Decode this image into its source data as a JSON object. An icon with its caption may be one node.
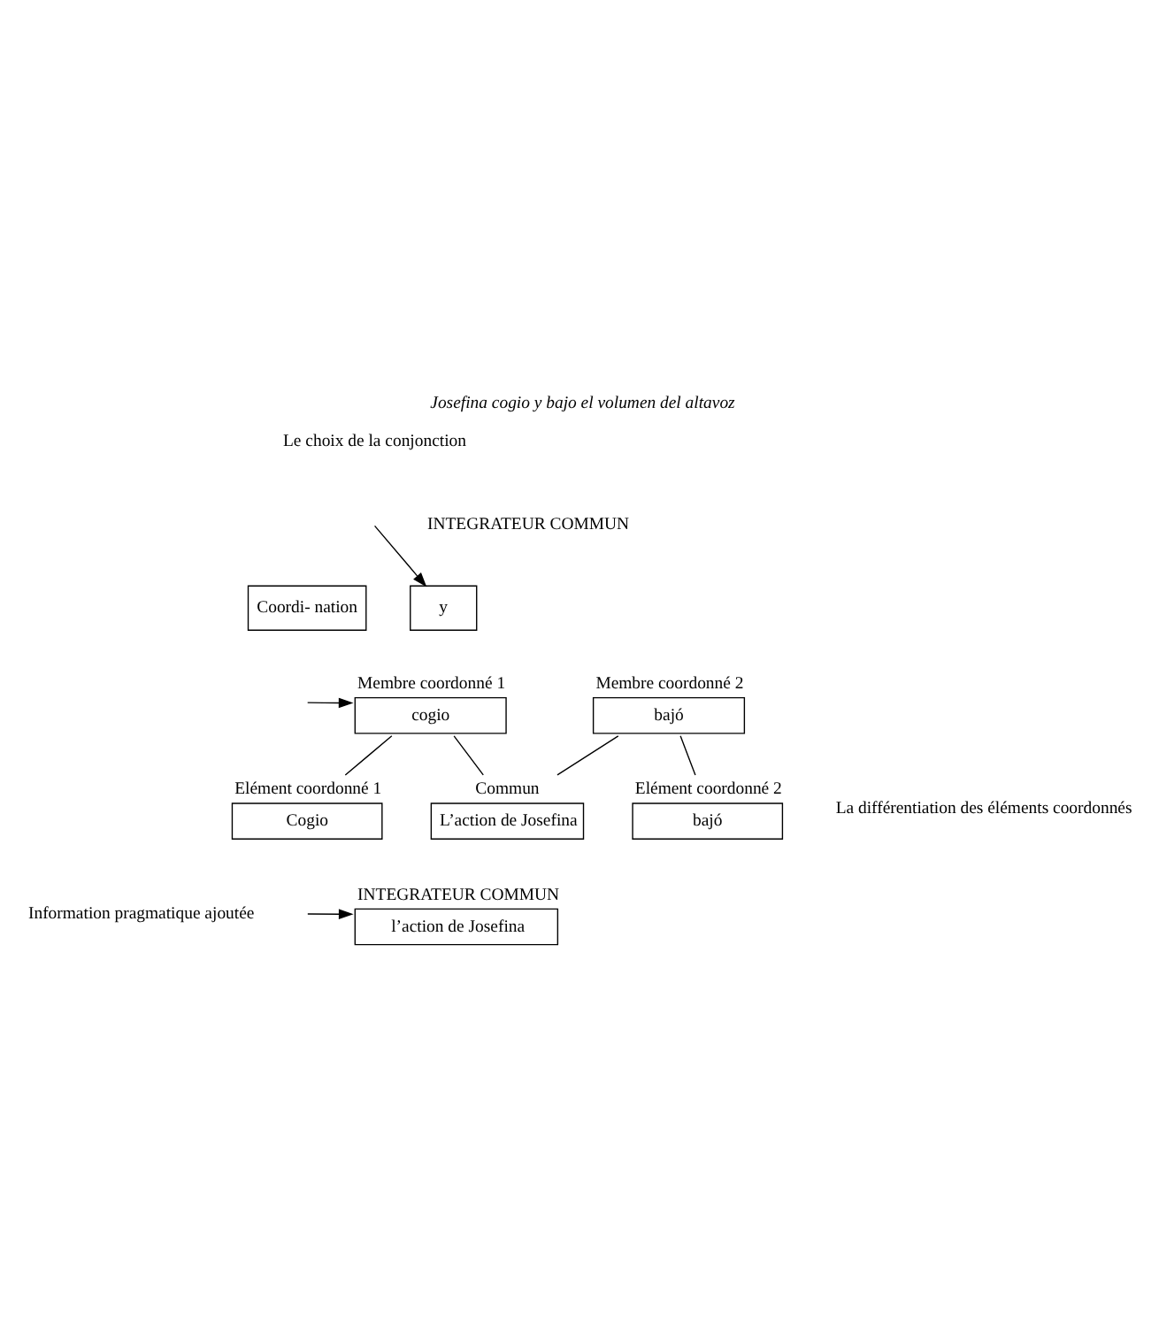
{
  "diagram": {
    "title": "Josefina cogio y bajo el volumen del altavoz",
    "nodes": [
      {
        "text": [
          "Coordi- nation"
        ]
      },
      {
        "text": [
          "y"
        ]
      },
      {
        "text": [
          "Membre coordonné 1",
          "cogio"
        ]
      },
      {
        "text": [
          "Membre coordonné 2",
          "bajó"
        ]
      },
      {
        "text": [
          "Elément coordonné 1",
          "Cogio"
        ]
      },
      {
        "text": [
          "Commun",
          "L’action de Josefina"
        ]
      },
      {
        "text": [
          "Elément coordonné 2",
          "bajó"
        ]
      },
      {
        "text": [
          "INTEGRATEUR COMMUN",
          "l’action de Josefina"
        ]
      }
    ],
    "edges": [
      {
        "from": null,
        "to": 1,
        "arrow": "to"
      },
      {
        "from": null,
        "to": 2,
        "arrow": "to"
      },
      {
        "from": 2,
        "to": 4,
        "arrow": "none"
      },
      {
        "from": 2,
        "to": 5,
        "arrow": "none"
      },
      {
        "from": 3,
        "to": 5,
        "arrow": "none"
      },
      {
        "from": 3,
        "to": 6,
        "arrow": "none"
      },
      {
        "from": null,
        "to": 7,
        "arrow": "to"
      }
    ],
    "labels": [
      "Le choix de la conjonction",
      "INTEGRATEUR COMMUN",
      "La différentiation des éléments coordonnés",
      "Information pragmatique ajoutée"
    ]
  }
}
